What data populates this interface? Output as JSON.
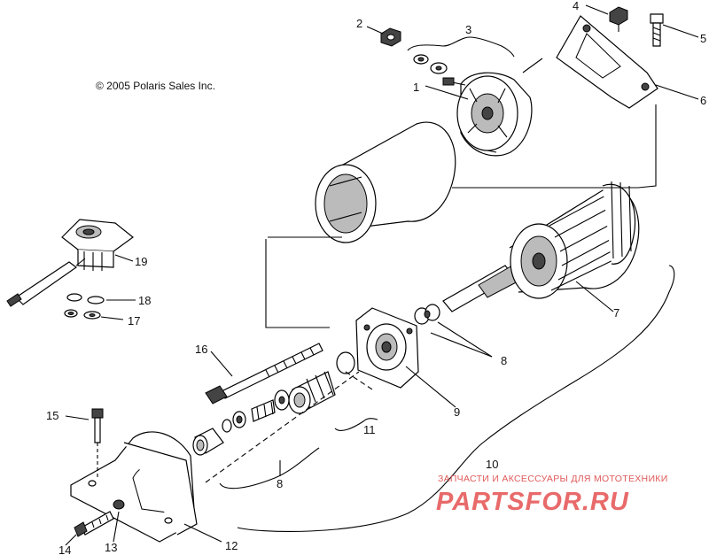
{
  "copyright": "© 2005 Polaris Sales Inc.",
  "callouts": [
    "1",
    "2",
    "3",
    "4",
    "5",
    "6",
    "7",
    "8",
    "8",
    "9",
    "10",
    "11",
    "12",
    "13",
    "14",
    "15",
    "16",
    "17",
    "18",
    "19"
  ],
  "watermark": {
    "subtitle": "ЗАПЧАСТИ И АКСЕССУАРЫ ДЛЯ МОТОТЕХНИКИ",
    "brand": "PARTSFOR.RU"
  }
}
